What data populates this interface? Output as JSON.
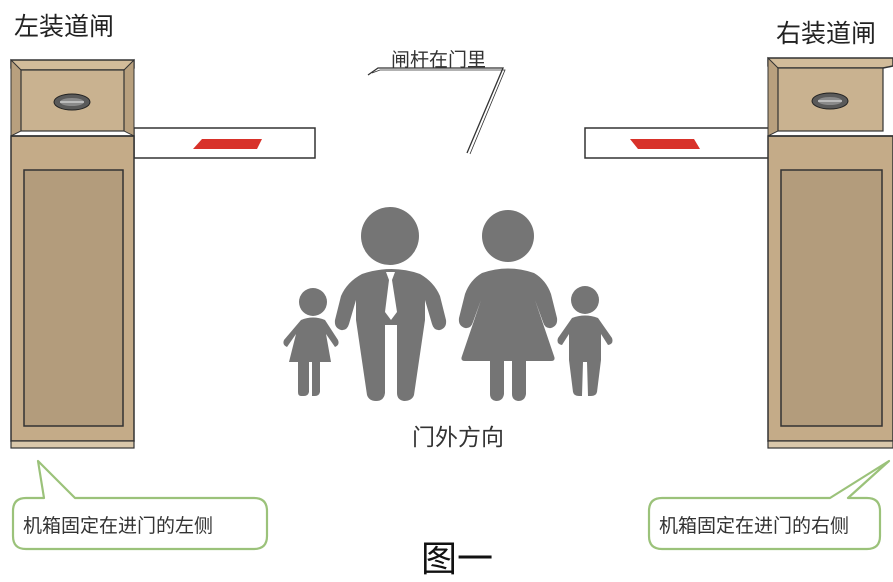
{
  "labels": {
    "left_gate": "左装道闸",
    "right_gate": "右装道闸",
    "arm_annotation": "闸杆在门里",
    "outside_direction": "门外方向",
    "left_note": "机箱固定在进门的左侧",
    "right_note": "机箱固定在进门的右侧",
    "figure_title": "图一"
  },
  "colors": {
    "cabinet": "#c4ab88",
    "cabinet_panel": "#b39c7c",
    "arm_stripe": "#d8322a",
    "people": "#757575",
    "bubble_border": "#9bc27a"
  },
  "icons": [
    "gate-cabinet-icon",
    "family-icon"
  ]
}
